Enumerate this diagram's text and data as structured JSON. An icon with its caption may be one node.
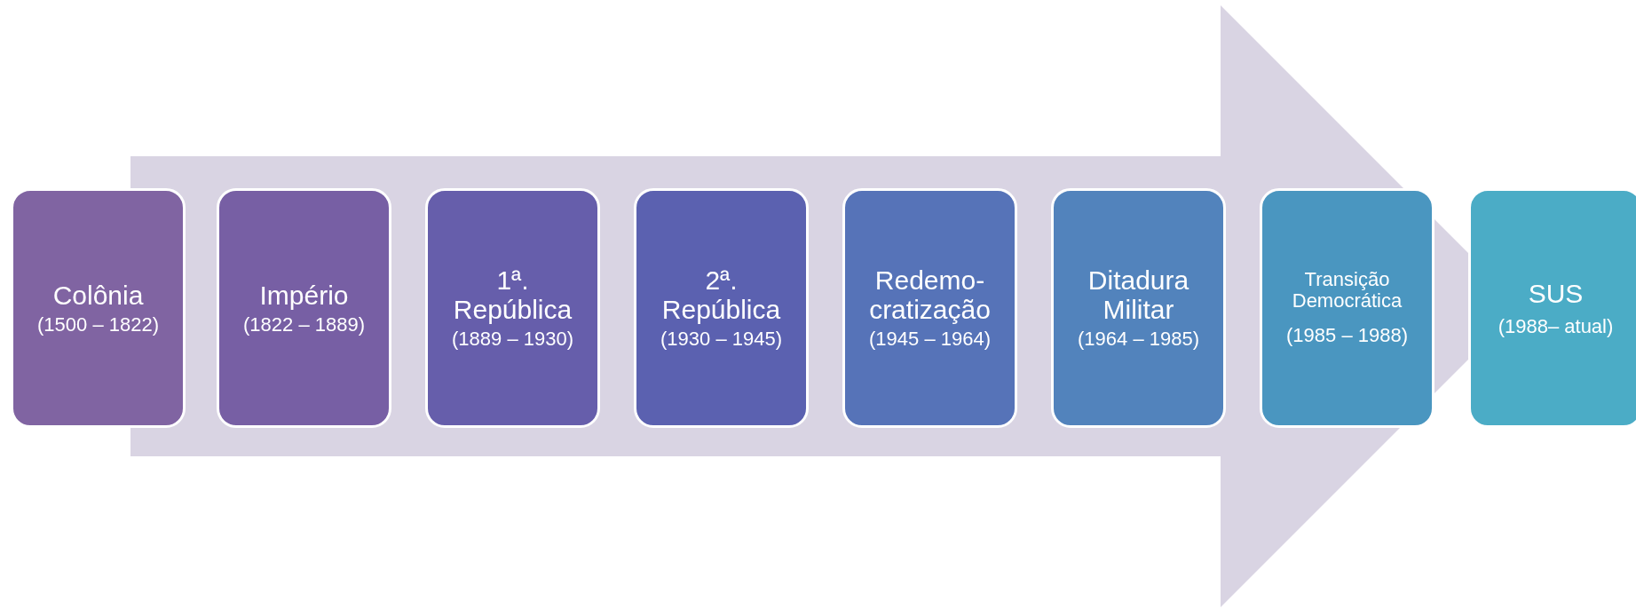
{
  "diagram": {
    "nodes": [
      {
        "text": [
          "Colônia",
          "(1500 – 1822)"
        ]
      },
      {
        "text": [
          "Império",
          "(1822 – 1889)"
        ]
      },
      {
        "text": [
          "1ª. República",
          "(1889 – 1930)"
        ]
      },
      {
        "text": [
          "2ª. República",
          "(1930 – 1945)"
        ]
      },
      {
        "text": [
          "Redemo- cratização",
          "(1945 – 1964)"
        ]
      },
      {
        "text": [
          "Ditadura Militar",
          "(1964 – 1985)"
        ]
      },
      {
        "text": [
          "Transição Democrática",
          "(1985 – 1988)"
        ]
      },
      {
        "text": [
          "SUS",
          "(1988– atual)"
        ]
      }
    ],
    "edges": [
      {
        "from": 0,
        "to": 7,
        "arrow": "to",
        "style": "thick"
      }
    ]
  }
}
